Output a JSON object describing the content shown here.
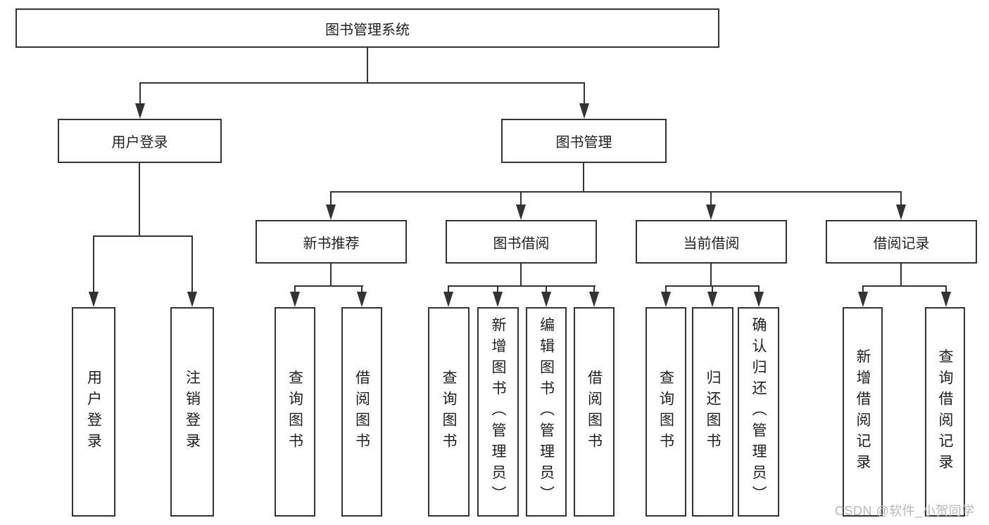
{
  "nodes": {
    "root": "图书管理系统",
    "l2": [
      "用户登录",
      "图书管理"
    ],
    "l3": [
      "新书推荐",
      "图书借阅",
      "当前借阅",
      "借阅记录"
    ],
    "leaves_login": [
      "用户登录",
      "注销登录"
    ],
    "leaves_new_books": [
      "查询图书",
      "借阅图书"
    ],
    "leaves_book_borrow": [
      "查询图书",
      "新增图书（管理员）",
      "编辑图书（管理员）",
      "借阅图书"
    ],
    "leaves_current_borrow": [
      "查询图书",
      "归还图书",
      "确认归还（管理员）"
    ],
    "leaves_borrow_records": [
      "新增借阅记录",
      "查询借阅记录"
    ]
  },
  "watermark": "CSDN @软件_小贺同学",
  "colors": {
    "line": "#333333",
    "text": "#1f1f1f",
    "background": "#ffffff",
    "watermark": "#b5b9c0"
  }
}
